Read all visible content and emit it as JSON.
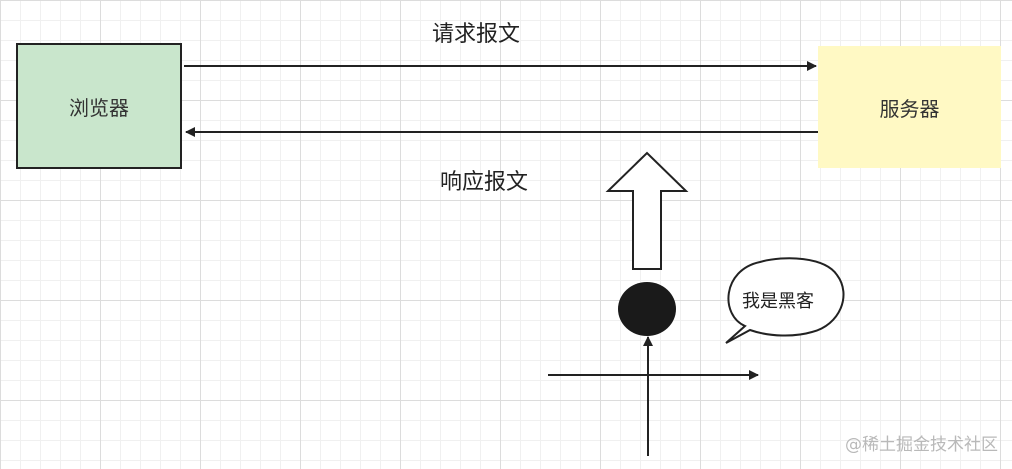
{
  "nodes": {
    "browser": "浏览器",
    "server": "服务器"
  },
  "edges": {
    "request": "请求报文",
    "response": "响应报文"
  },
  "hacker": {
    "speech": "我是黑客"
  },
  "watermark": "@稀土掘金技术社区",
  "colors": {
    "browser_fill": "#c9e6cc",
    "server_fill": "#fff9c4",
    "stroke": "#222222"
  }
}
